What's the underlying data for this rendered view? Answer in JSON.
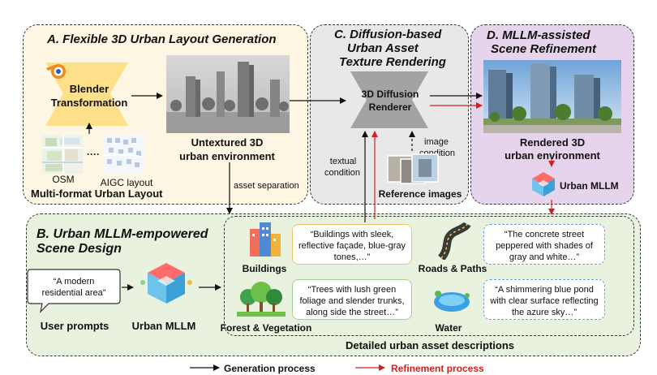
{
  "panels": {
    "a_title": "A. Flexible 3D Urban Layout Generation",
    "b_title_1": "B. Urban MLLM-empowered",
    "b_title_2": "Scene Design",
    "c_title_1": "C. Diffusion-based",
    "c_title_2": "Urban Asset",
    "c_title_3": "Texture Rendering",
    "d_title_1": "D. MLLM-assisted",
    "d_title_2": "Scene Refinement"
  },
  "section_a": {
    "blender_1": "Blender",
    "blender_2": "Transformation",
    "osm": "OSM",
    "ellipsis": "····",
    "aigc": "AIGC layout",
    "multi_format": "Multi-format Urban Layout",
    "untextured_1": "Untextured 3D",
    "untextured_2": "urban environment",
    "asset_separation": "asset separation"
  },
  "section_c": {
    "renderer_1": "3D Diffusion",
    "renderer_2": "Renderer",
    "textual_1": "textual",
    "textual_2": "condition",
    "image_1": "image",
    "image_2": "condition",
    "reference_images": "Reference images"
  },
  "section_d": {
    "rendered_1": "Rendered 3D",
    "rendered_2": "urban environment",
    "urban_mllm": "Urban MLLM"
  },
  "section_b": {
    "user_prompt_text_1": "“A modern",
    "user_prompt_text_2": "residential area”",
    "user_prompts": "User prompts",
    "urban_mllm": "Urban MLLM",
    "detailed_caption": "Detailed urban asset descriptions",
    "assets": [
      {
        "name": "Buildings",
        "description": "“Buildings with sleek, reflective façade, blue-gray tones,…”"
      },
      {
        "name": "Roads & Paths",
        "description": "“The concrete street peppered with shades of gray and white…”"
      },
      {
        "name": "Forest & Vegetation",
        "description": "“Trees with lush green foliage and slender trunks, along side the street…”"
      },
      {
        "name": "Water",
        "description": "“A shimmering blue pond with clear surface reflecting the azure sky…”"
      }
    ]
  },
  "legend": {
    "generation": "Generation process",
    "refinement": "Refinement process"
  },
  "colors": {
    "panel_a_bg": "#fdf6e2",
    "panel_b_bg": "#e9f2df",
    "panel_c_bg": "#e8e8e8",
    "panel_d_bg": "#e6d4ec",
    "trapezoid_yellow": "#ffe08a",
    "trapezoid_gray": "#a3a3a3",
    "refinement_red": "#d42020",
    "generation_black": "#111111"
  }
}
